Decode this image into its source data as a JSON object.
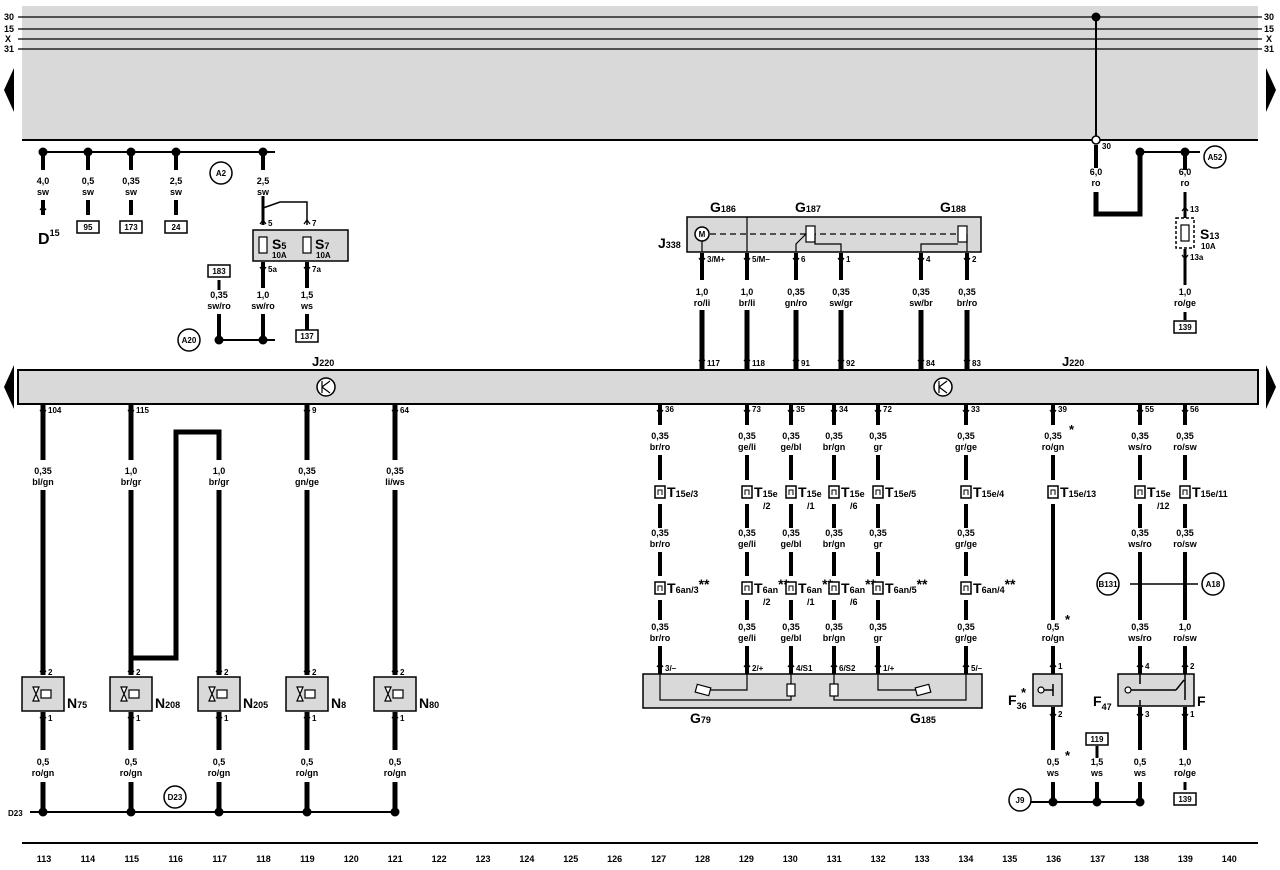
{
  "rails": {
    "r30": "30",
    "r15": "15",
    "rX": "X",
    "r31": "31"
  },
  "top_wires": [
    {
      "size": "4,0",
      "color": "sw",
      "dest": "D",
      "dest_sub": "15",
      "dest_box": false,
      "dest_pin": ""
    },
    {
      "size": "0,5",
      "color": "sw",
      "dest": "95",
      "dest_box": true
    },
    {
      "size": "0,35",
      "color": "sw",
      "dest": "173",
      "dest_box": true
    },
    {
      "size": "2,5",
      "color": "sw",
      "dest": "24",
      "dest_box": true
    }
  ],
  "ref_A2": "A2",
  "fuse_feed": {
    "size": "2,5",
    "color": "sw"
  },
  "fuses": {
    "S5": {
      "name": "S",
      "sub": "5",
      "rating": "10A",
      "pin_in": "5",
      "pin_out": "5a"
    },
    "S7": {
      "name": "S",
      "sub": "7",
      "rating": "10A",
      "pin_in": "7",
      "pin_out": "7a"
    }
  },
  "box183": "183",
  "w183": {
    "size": "0,35",
    "color": "sw/ro"
  },
  "wS5": {
    "size": "1,0",
    "color": "sw/ro"
  },
  "wS7": {
    "size": "1,5",
    "color": "ws"
  },
  "box137": "137",
  "ref_A20": "A20",
  "J338": {
    "name": "J",
    "sub": "338"
  },
  "G186": {
    "name": "G",
    "sub": "186"
  },
  "G187": {
    "name": "G",
    "sub": "187"
  },
  "G188": {
    "name": "G",
    "sub": "188"
  },
  "motor": "M",
  "j338_wires": [
    {
      "pin": "3/M+",
      "size": "1,0",
      "color": "ro/li",
      "jpin": "117"
    },
    {
      "pin": "5/M–",
      "size": "1,0",
      "color": "br/li",
      "jpin": "118"
    },
    {
      "pin": "6",
      "size": "0,35",
      "color": "gn/ro",
      "jpin": "91"
    },
    {
      "pin": "1",
      "size": "0,35",
      "color": "sw/gr",
      "jpin": "92"
    },
    {
      "pin": "4",
      "size": "0,35",
      "color": "sw/br",
      "jpin": "84"
    },
    {
      "pin": "2",
      "size": "0,35",
      "color": "br/ro",
      "jpin": "83"
    }
  ],
  "J220_label": {
    "name": "J",
    "sub": "220"
  },
  "right_top": {
    "pin30": "30",
    "w1": {
      "size": "6,0",
      "color": "ro"
    },
    "w2": {
      "size": "6,0",
      "color": "ro"
    },
    "ref_A52": "A52"
  },
  "S13": {
    "name": "S",
    "sub": "13",
    "rating": "10A",
    "pin_in": "13",
    "pin_out": "13a",
    "w_out": {
      "size": "1,0",
      "color": "ro/ge"
    },
    "box": "139"
  },
  "injectors": [
    {
      "jpin": "104",
      "size": "0,35",
      "color": "bl/gn",
      "name": "N",
      "sub": "75"
    },
    {
      "jpin": "115",
      "size": "1,0",
      "color": "br/gr",
      "name": "N",
      "sub": "208"
    },
    {
      "jpin": "",
      "size": "1,0",
      "color": "br/gr",
      "name": "N",
      "sub": "205"
    },
    {
      "jpin": "9",
      "size": "0,35",
      "color": "gn/ge",
      "name": "N",
      "sub": "8"
    },
    {
      "jpin": "64",
      "size": "0,35",
      "color": "li/ws",
      "name": "N",
      "sub": "80"
    }
  ],
  "inj_pins": {
    "top": "2",
    "bottom": "1"
  },
  "inj_out": {
    "size": "0,5",
    "color": "ro/gn"
  },
  "ref_D23": "D23",
  "bus_D23": "D23",
  "pedal": [
    {
      "jpin": "36",
      "s1": "0,35",
      "c1": "br/ro",
      "con1": "T",
      "con1_sub": "15e/3",
      "s2": "0,35",
      "c2": "br/ro",
      "con2": "T",
      "con2_sub": "6an/3",
      "s3": "0,35",
      "c3": "br/ro",
      "gpin": "3/–"
    },
    {
      "jpin": "73",
      "s1": "0,35",
      "c1": "ge/li",
      "con1": "T",
      "con1_sub": "15e",
      "con1_sub2": "/2",
      "s2": "0,35",
      "c2": "ge/li",
      "con2": "T",
      "con2_sub": "6an",
      "con2_sub2": "/2",
      "s3": "0,35",
      "c3": "ge/li",
      "gpin": "2/+"
    },
    {
      "jpin": "35",
      "s1": "0,35",
      "c1": "ge/bl",
      "con1": "T",
      "con1_sub": "15e",
      "con1_sub2": "/1",
      "s2": "0,35",
      "c2": "ge/bl",
      "con2": "T",
      "con2_sub": "6an",
      "con2_sub2": "/1",
      "s3": "0,35",
      "c3": "ge/bl",
      "gpin": "4/S1"
    },
    {
      "jpin": "34",
      "s1": "0,35",
      "c1": "br/gn",
      "con1": "T",
      "con1_sub": "15e",
      "con1_sub2": "/6",
      "s2": "0,35",
      "c2": "br/gn",
      "con2": "T",
      "con2_sub": "6an",
      "con2_sub2": "/6",
      "s3": "0,35",
      "c3": "br/gn",
      "gpin": "6/S2"
    },
    {
      "jpin": "72",
      "s1": "0,35",
      "c1": "gr",
      "con1": "T",
      "con1_sub": "15e/5",
      "s2": "0,35",
      "c2": "gr",
      "con2": "T",
      "con2_sub": "6an/5",
      "s3": "0,35",
      "c3": "gr",
      "gpin": "1/+"
    },
    {
      "jpin": "33",
      "s1": "0,35",
      "c1": "gr/ge",
      "con1": "T",
      "con1_sub": "15e/4",
      "s2": "0,35",
      "c2": "gr/ge",
      "con2": "T",
      "con2_sub": "6an/4",
      "s3": "0,35",
      "c3": "gr/ge",
      "gpin": "5/–"
    }
  ],
  "stars2": "**",
  "star1": "*",
  "G79": {
    "name": "G",
    "sub": "79"
  },
  "G185": {
    "name": "G",
    "sub": "185"
  },
  "clutch": {
    "jpin": "39",
    "s1": "0,35",
    "c1": "ro/gn",
    "con": "T",
    "con_sub": "15e/13",
    "s2": "0,5",
    "c2": "ro/gn",
    "name": "F",
    "sub": "36",
    "pin1": "1",
    "pin2": "2",
    "s3": "0,5",
    "c3": "ws"
  },
  "brake": {
    "a": {
      "jpin": "55",
      "s1": "0,35",
      "c1": "ws/ro",
      "con": "T",
      "con_sub": "15e",
      "con_sub2": "/12",
      "s2": "0,35",
      "c2": "ws/ro",
      "s3": "0,35",
      "c3": "ws/ro",
      "pin_top": "4",
      "pin_bot": "3",
      "s4": "0,5",
      "c4": "ws"
    },
    "b": {
      "jpin": "56",
      "s1": "0,35",
      "c1": "ro/sw",
      "con": "T",
      "con_sub": "15e/11",
      "s2": "0,35",
      "c2": "ro/sw",
      "s3": "1,0",
      "c3": "ro/sw",
      "pin_top": "2",
      "pin_bot": "1",
      "s4": "1,0",
      "c4": "ro/ge",
      "box": "139"
    },
    "ref_B131": "B131",
    "ref_A18": "A18",
    "name_F47": "F",
    "sub_F47": "47",
    "name_F": "F"
  },
  "box119": "119",
  "w119": {
    "size": "1,5",
    "color": "ws"
  },
  "ref_J9": "J9",
  "columns": [
    "113",
    "114",
    "115",
    "116",
    "117",
    "118",
    "119",
    "120",
    "121",
    "122",
    "123",
    "124",
    "125",
    "126",
    "127",
    "128",
    "129",
    "130",
    "131",
    "132",
    "133",
    "134",
    "135",
    "136",
    "137",
    "138",
    "139",
    "140"
  ]
}
